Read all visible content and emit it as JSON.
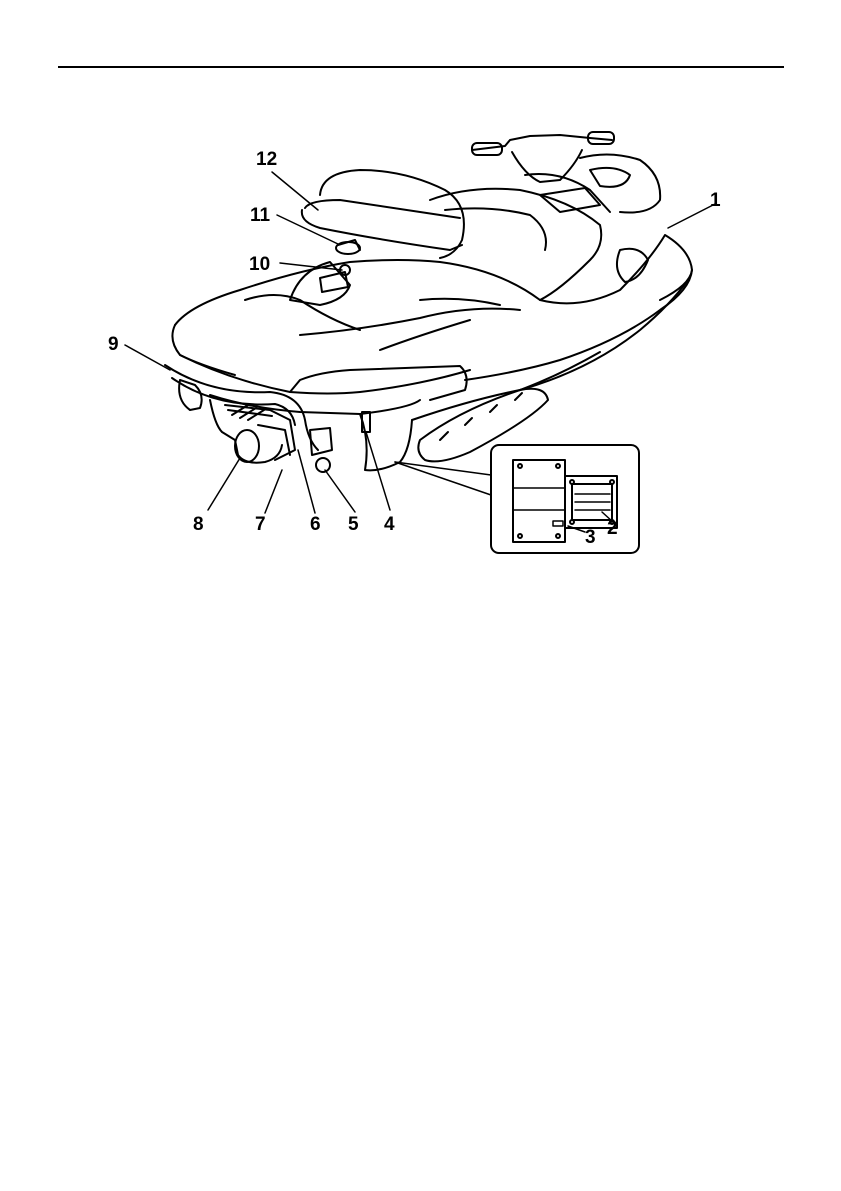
{
  "page": {
    "illustration": "personal-watercraft-rear-view",
    "callouts": [
      "1",
      "2",
      "3",
      "4",
      "5",
      "6",
      "7",
      "8",
      "9",
      "10",
      "11",
      "12"
    ]
  }
}
